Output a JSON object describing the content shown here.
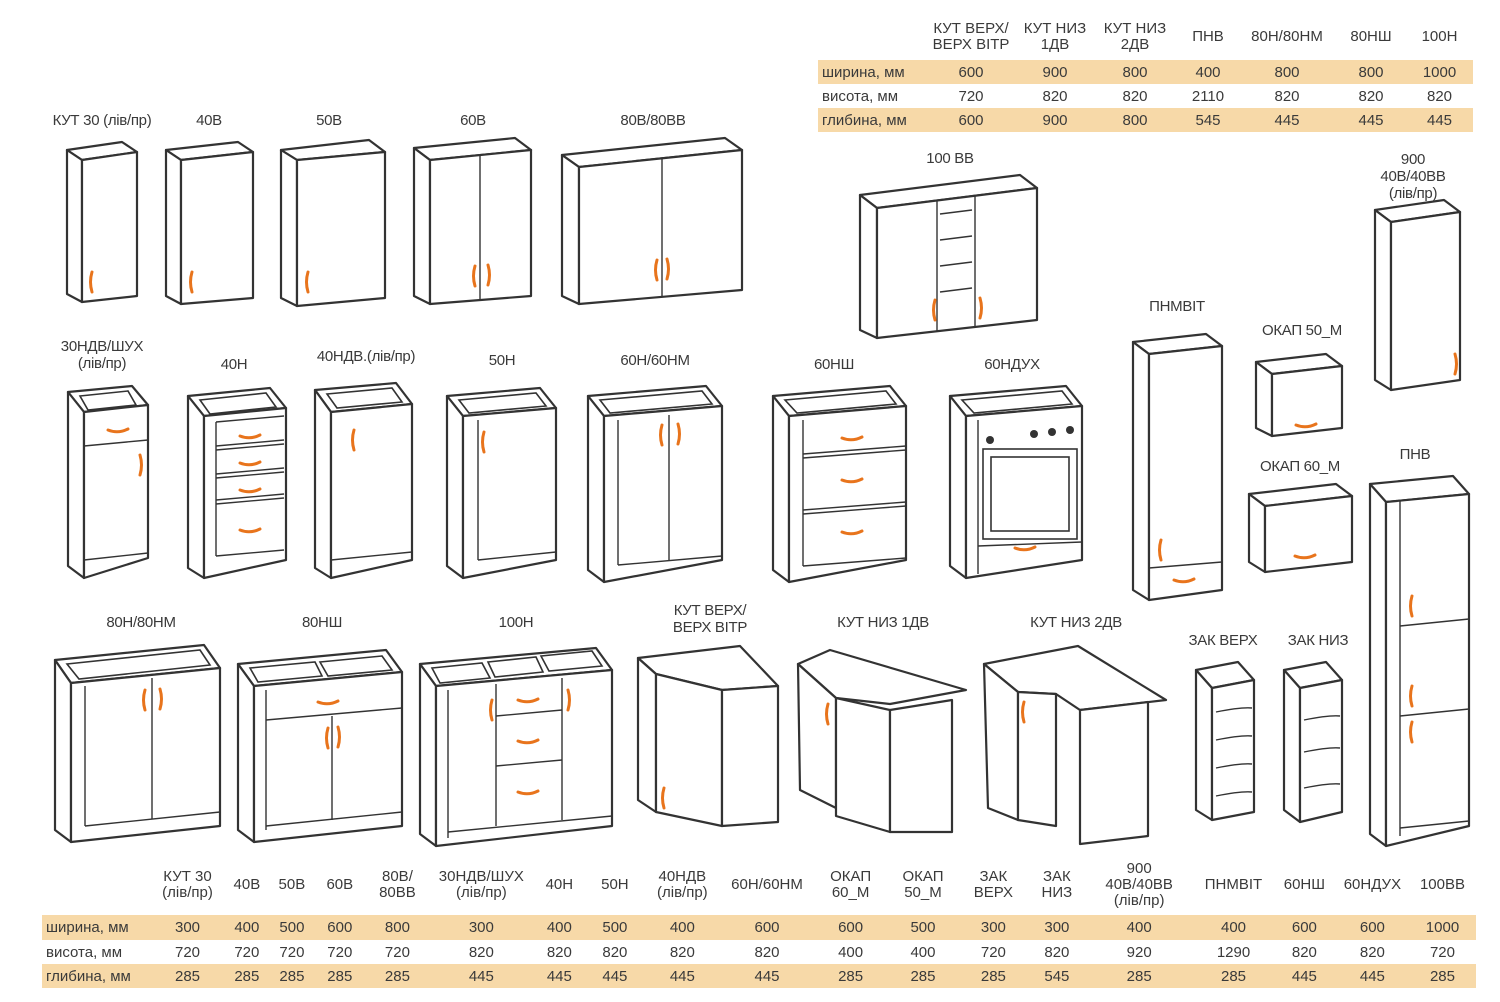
{
  "top_table": {
    "headers": [
      "КУТ ВЕРХ/\nВЕРХ ВІТР",
      "КУТ НИЗ\n1ДВ",
      "КУТ НИЗ\n2ДВ",
      "ПНВ",
      "80Н/80НМ",
      "80НШ",
      "100Н"
    ],
    "rows": [
      {
        "label": "ширина, мм",
        "values": [
          "600",
          "900",
          "800",
          "400",
          "800",
          "800",
          "1000"
        ]
      },
      {
        "label": "висота, мм",
        "values": [
          "720",
          "820",
          "820",
          "2110",
          "820",
          "820",
          "820"
        ]
      },
      {
        "label": "глибина, мм",
        "values": [
          "600",
          "900",
          "800",
          "545",
          "445",
          "445",
          "445"
        ]
      }
    ]
  },
  "bottom_table": {
    "headers": [
      "КУТ 30\n(лів/пр)",
      "40В",
      "50В",
      "60В",
      "80В/\n80ВВ",
      "30НДВ/ШУХ\n(лів/пр)",
      "40Н",
      "50Н",
      "40НДВ\n(лів/пр)",
      "60Н/60НМ",
      "ОКАП\n60_М",
      "ОКАП\n50_М",
      "ЗАК\nВЕРХ",
      "ЗАК\nНИЗ",
      "900\n40В/40ВВ\n(лів/пр)",
      "ПНМВІТ",
      "60НШ",
      "60НДУХ",
      "100ВВ"
    ],
    "rows": [
      {
        "label": "ширина, мм",
        "values": [
          "300",
          "400",
          "500",
          "600",
          "800",
          "300",
          "400",
          "500",
          "400",
          "600",
          "600",
          "500",
          "300",
          "300",
          "400",
          "400",
          "600",
          "600",
          "1000"
        ]
      },
      {
        "label": "висота, мм",
        "values": [
          "720",
          "720",
          "720",
          "720",
          "720",
          "820",
          "820",
          "820",
          "820",
          "820",
          "400",
          "400",
          "720",
          "820",
          "920",
          "1290",
          "820",
          "820",
          "720"
        ]
      },
      {
        "label": "глибина, мм",
        "values": [
          "285",
          "285",
          "285",
          "285",
          "285",
          "445",
          "445",
          "445",
          "445",
          "445",
          "285",
          "285",
          "285",
          "545",
          "285",
          "285",
          "445",
          "445",
          "285"
        ]
      }
    ]
  },
  "cabinet_labels": {
    "kut30": "КУТ 30 (лів/пр)",
    "v40": "40В",
    "v50": "50В",
    "v60": "60В",
    "v80": "80В/80ВВ",
    "vv100": "100 ВВ",
    "v900": "900 40В/40ВВ\n(лів/пр)",
    "ndv30": "30НДВ/ШУХ\n(лів/пр)",
    "n40": "40Н",
    "ndv40": "40НДВ.(лів/пр)",
    "n50": "50Н",
    "n60": "60Н/60НМ",
    "nsh60": "60НШ",
    "nduh60": "60НДУХ",
    "pnmvit": "ПНМВІТ",
    "okap50": "ОКАП 50_М",
    "okap60": "ОКАП 60_М",
    "pnv": "ПНВ",
    "n80": "80Н/80НМ",
    "nsh80": "80НШ",
    "n100": "100Н",
    "kutverh": "КУТ ВЕРХ/\nВЕРХ ВІТР",
    "kutniz1": "КУТ НИЗ 1ДВ",
    "kutniz2": "КУТ НИЗ 2ДВ",
    "zakverh": "ЗАК ВЕРХ",
    "zakniz": "ЗАК НИЗ"
  },
  "colors": {
    "band": "#f7d9a8",
    "handle": "#e8741c",
    "line": "#333333"
  }
}
